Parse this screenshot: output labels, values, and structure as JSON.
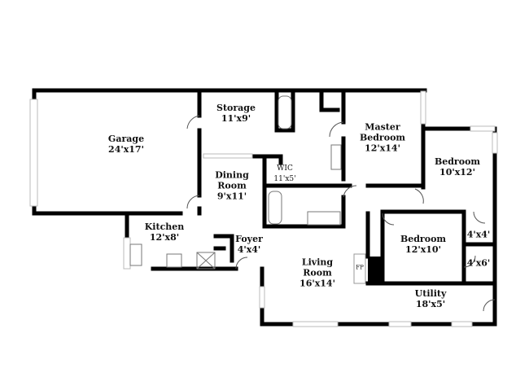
{
  "rooms": {
    "garage": {
      "name": "Garage",
      "size": "24'x17'"
    },
    "storage": {
      "name": "Storage",
      "size": "11'x9'"
    },
    "master": {
      "name1": "Master",
      "name2": "Bedroom",
      "size": "12'x14'"
    },
    "bedroom1": {
      "name": "Bedroom",
      "size": "10'x12'"
    },
    "wic": {
      "name": "WIC",
      "size": "11'x5'"
    },
    "dining": {
      "name1": "Dining",
      "name2": "Room",
      "size": "9'x11'"
    },
    "kitchen": {
      "name": "Kitchen",
      "size": "12'x8'"
    },
    "foyer": {
      "name": "Foyer",
      "size": "4'x4'"
    },
    "bedroom2": {
      "name": "Bedroom",
      "size": "12'x10'"
    },
    "closet1": {
      "size": "4'x4'"
    },
    "closet2": {
      "size": "4'x6'"
    },
    "living": {
      "name1": "Living",
      "name2": "Room",
      "size": "16'x14'"
    },
    "fireplace": {
      "label": "FP"
    },
    "utility": {
      "name": "Utility",
      "size": "18'x5'"
    }
  },
  "colors": {
    "wall": "#000000",
    "window": "#cccccc",
    "background": "#ffffff"
  }
}
